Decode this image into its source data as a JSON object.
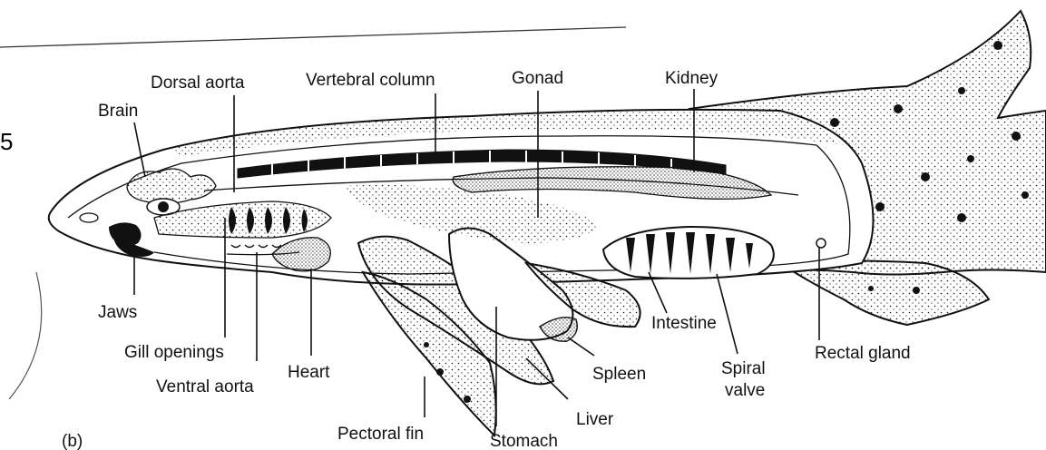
{
  "figure": {
    "panel_label": "(b)",
    "labels": {
      "brain": "Brain",
      "dorsal_aorta": "Dorsal aorta",
      "vertebral_column": "Vertebral column",
      "gonad": "Gonad",
      "kidney": "Kidney",
      "jaws": "Jaws",
      "gill_openings": "Gill openings",
      "ventral_aorta": "Ventral aorta",
      "heart": "Heart",
      "pectoral_fin": "Pectoral fin",
      "stomach": "Stomach",
      "liver": "Liver",
      "spleen": "Spleen",
      "intestine": "Intestine",
      "spiral_valve_line1": "Spiral",
      "spiral_valve_line2": "valve",
      "rectal_gland": "Rectal gland"
    }
  },
  "colors": {
    "ink": "#111111",
    "paper": "#ffffff",
    "stipple": "#1a1a1a"
  }
}
